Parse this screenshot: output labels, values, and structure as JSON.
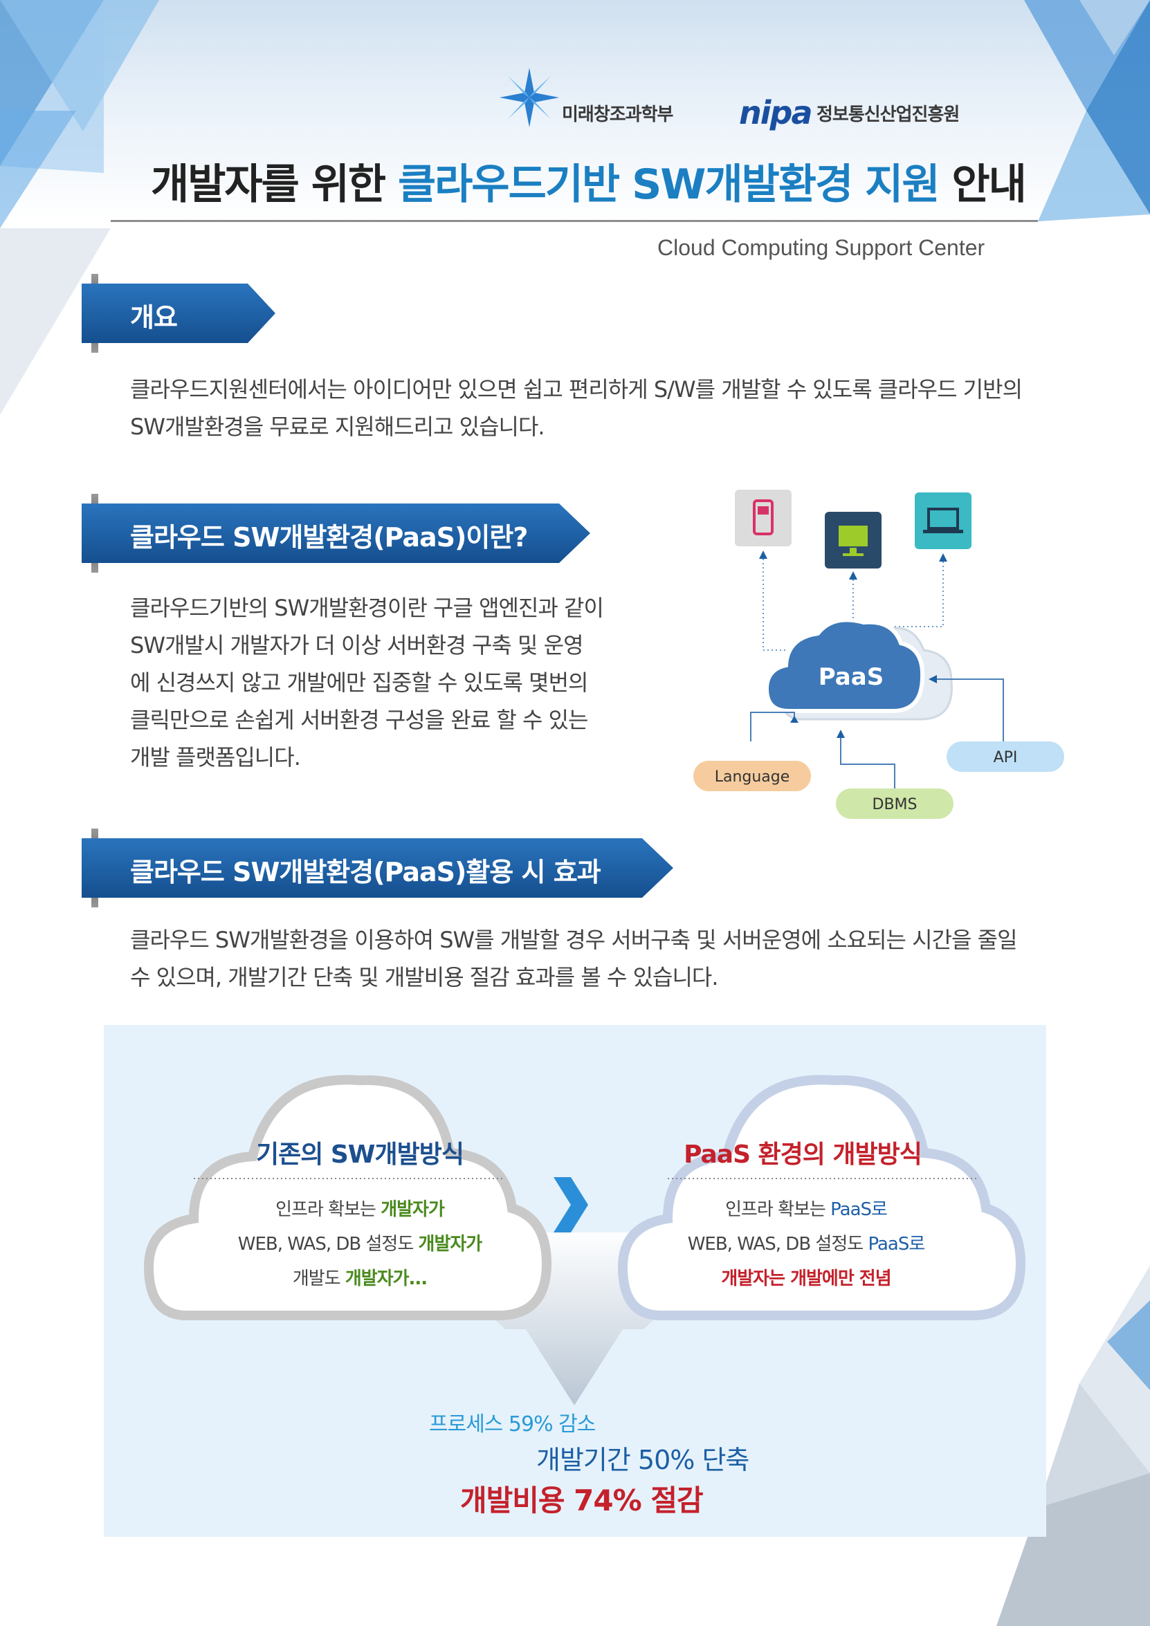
{
  "header": {
    "ministry_name": "미래창조과학부",
    "agency_logo": "nipa",
    "agency_name": "정보통신산업진흥원",
    "title_prefix": "개발자를 위한 ",
    "title_highlight": "클라우드기반 SW개발환경 지원",
    "title_suffix": " 안내",
    "subtitle": "Cloud Computing Support Center"
  },
  "sections": [
    {
      "heading": "개요",
      "body_lines": [
        "클라우드지원센터에서는 아이디어만 있으면 쉽고 편리하게 S/W를 개발할 수 있도록 클라우드 기반의",
        "SW개발환경을 무료로 지원해드리고 있습니다."
      ]
    },
    {
      "heading": "클라우드 SW개발환경(PaaS)이란?",
      "body_lines": [
        "클라우드기반의 SW개발환경이란 구글 앱엔진과 같이",
        "SW개발시 개발자가 더 이상 서버환경 구축 및 운영",
        "에 신경쓰지 않고 개발에만 집중할 수 있도록 몇번의",
        "클릭만으로 손쉽게 서버환경 구성을 완료 할 수 있는",
        "개발 플랫폼입니다."
      ]
    },
    {
      "heading": "클라우드 SW개발환경(PaaS)활용 시 효과",
      "body_lines": [
        "클라우드 SW개발환경을 이용하여 SW를 개발할 경우 서버구축 및 서버운영에 소요되는 시간을 줄일",
        "수 있으며, 개발기간 단축 및 개발비용 절감 효과를 볼 수 있습니다."
      ]
    }
  ],
  "diagram": {
    "center": "PaaS",
    "devices": [
      "mobile-phone-icon",
      "desktop-monitor-icon",
      "laptop-icon"
    ],
    "inputs": [
      "Language",
      "DBMS",
      "API"
    ]
  },
  "comparison": {
    "left": {
      "title": "기존의 SW개발방식",
      "lines": [
        {
          "plain": "인프라 확보는 ",
          "emph": "개발자가"
        },
        {
          "plain": "WEB, WAS, DB 설정도 ",
          "emph": "개발자가"
        },
        {
          "plain": "개발도 ",
          "emph": "개발자가..."
        }
      ]
    },
    "right": {
      "title": "PaaS 환경의 개발방식",
      "lines": [
        {
          "plain": "인프라 확보는 ",
          "emph": "PaaS로"
        },
        {
          "plain": "WEB, WAS, DB 설정도 ",
          "emph": "PaaS로"
        },
        {
          "plain": "",
          "emph": "개발자는 개발에만 전념"
        }
      ]
    },
    "results": [
      "프로세스 59% 감소",
      "개발기간 50% 단축",
      "개발비용 74% 절감"
    ]
  },
  "colors": {
    "accent_blue": "#1b7fc2",
    "banner_blue": "#1c5fa5",
    "green": "#4a8a1e",
    "red": "#c4212b"
  }
}
